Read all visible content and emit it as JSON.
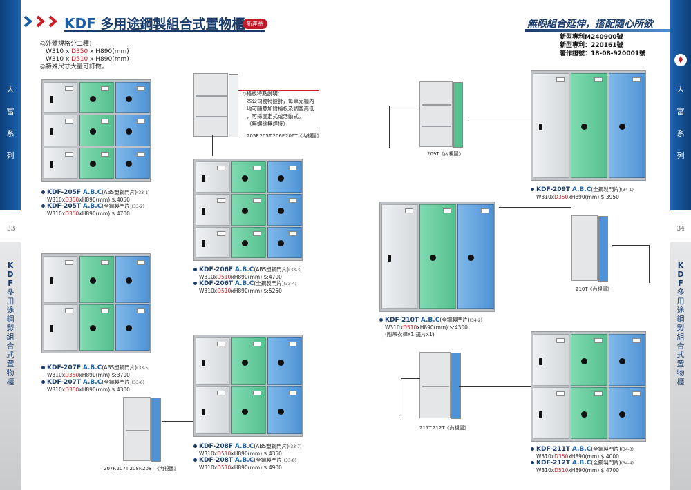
{
  "side_left": {
    "series": [
      "大",
      "富",
      "系",
      "列"
    ],
    "product_chars": [
      "K",
      "D",
      "F",
      "多",
      "用",
      "途",
      "鋼",
      "製",
      "組",
      "合",
      "式",
      "置",
      "物",
      "櫃"
    ],
    "page": "33"
  },
  "side_right": {
    "series": [
      "大",
      "富",
      "系",
      "列"
    ],
    "product_chars": [
      "K",
      "D",
      "F",
      "多",
      "用",
      "途",
      "鋼",
      "製",
      "組",
      "合",
      "式",
      "置",
      "物",
      "櫃"
    ],
    "page": "34"
  },
  "header": {
    "brand": "KDF",
    "title": "多用途鋼製組合式置物櫃",
    "badge": "新產品",
    "slogan": "無限組合延伸，搭配隨心所欲"
  },
  "patent": [
    "新型專利M240900號",
    "新型專利：220161號",
    "著作證號：18-08-920001號"
  ],
  "spec": {
    "line1": "◎外體規格分二種：",
    "w_prefix": "W310 x ",
    "d1": "D350",
    "d2": "D510",
    "h_suffix": " x H890(mm)",
    "line4": "◎特殊尺寸大量可訂做。"
  },
  "shelf_note": {
    "title": "◇格板特點說明：",
    "lines": [
      "本公司獨特設計，每單元櫃內",
      "均可隨意加附格板及調整高低",
      "，可採固定式或活動式。",
      "（無螺絲無焊接）"
    ]
  },
  "captions": {
    "c205": "205F.205T.206F.206T《內視圖》",
    "c209": "209T《內視圖》",
    "c210": "210T《內視圖》",
    "c211": "211T.212T《內視圖》",
    "c207": "207F.207T.208F.208T《內視圖》"
  },
  "products": [
    {
      "model": "KDF-205F",
      "variants": "A.B.C",
      "material": "(ABS塑鋼門片)",
      "code": "(33-1)",
      "dim_pre": "W310x",
      "dim_d": "D350",
      "dim_post": "xH890(mm)",
      "price": "$:4050"
    },
    {
      "model": "KDF-205T",
      "variants": "A.B.C",
      "material": "(全鋼製門片)",
      "code": "(33-2)",
      "dim_pre": "W310x",
      "dim_d": "D350",
      "dim_post": "xH890(mm)",
      "price": "$:4700"
    },
    {
      "model": "KDF-206F",
      "variants": "A.B.C",
      "material": "(ABS塑鋼門片)",
      "code": "(33-3)",
      "dim_pre": "W310x",
      "dim_d": "D510",
      "dim_post": "xH890(mm)",
      "price": "$:4700"
    },
    {
      "model": "KDF-206T",
      "variants": "A.B.C",
      "material": "(全鋼製門片)",
      "code": "(33-4)",
      "dim_pre": "W310x",
      "dim_d": "D510",
      "dim_post": "xH890(mm)",
      "price": "$:5250"
    },
    {
      "model": "KDF-207F",
      "variants": "A.B.C",
      "material": "(ABS塑鋼門片)",
      "code": "(33-5)",
      "dim_pre": "W310x",
      "dim_d": "D350",
      "dim_post": "xH890(mm)",
      "price": "$:3700"
    },
    {
      "model": "KDF-207T",
      "variants": "A.B.C",
      "material": "(全鋼製門片)",
      "code": "(33-6)",
      "dim_pre": "W310x",
      "dim_d": "D350",
      "dim_post": "xH890(mm)",
      "price": "$:4300"
    },
    {
      "model": "KDF-208F",
      "variants": "A.B.C",
      "material": "(ABS塑鋼門片)",
      "code": "(33-7)",
      "dim_pre": "W310x",
      "dim_d": "D510",
      "dim_post": "xH890(mm)",
      "price": "$:4350"
    },
    {
      "model": "KDF-208T",
      "variants": "A.B.C",
      "material": "(全鋼製門片)",
      "code": "(33-8)",
      "dim_pre": "W310x",
      "dim_d": "D510",
      "dim_post": "xH890(mm)",
      "price": "$:4900"
    },
    {
      "model": "KDF-209T",
      "variants": "A.B.C",
      "material": "(全鋼製門片)",
      "code": "(34-1)",
      "dim_pre": "W310x",
      "dim_d": "D350",
      "dim_post": "xH890(mm)",
      "price": "$:3950"
    },
    {
      "model": "KDF-210T",
      "variants": "A.B.C",
      "material": "(全鋼製門片)",
      "code": "(34-2)",
      "dim_pre": "W310x",
      "dim_d": "D510",
      "dim_post": "xH890(mm)",
      "price": "$:4300",
      "extra": "(附吊衣桿x1.鏡片x1)"
    },
    {
      "model": "KDF-211T",
      "variants": "A.B.C",
      "material": "(全鋼製門片)",
      "code": "(34-3)",
      "dim_pre": "W310x",
      "dim_d": "D350",
      "dim_post": "xH890(mm)",
      "price": "$:4000"
    },
    {
      "model": "KDF-212T",
      "variants": "A.B.C",
      "material": "(全鋼製門片)",
      "code": "(34-4)",
      "dim_pre": "W310x",
      "dim_d": "D510",
      "dim_post": "xH890(mm)",
      "price": "$:4700"
    }
  ],
  "colors": {
    "navy": "#1a3c6d",
    "red": "#d01c24",
    "green": "#56c08f",
    "blue": "#4f93d6",
    "gray": "#d4d7da"
  }
}
